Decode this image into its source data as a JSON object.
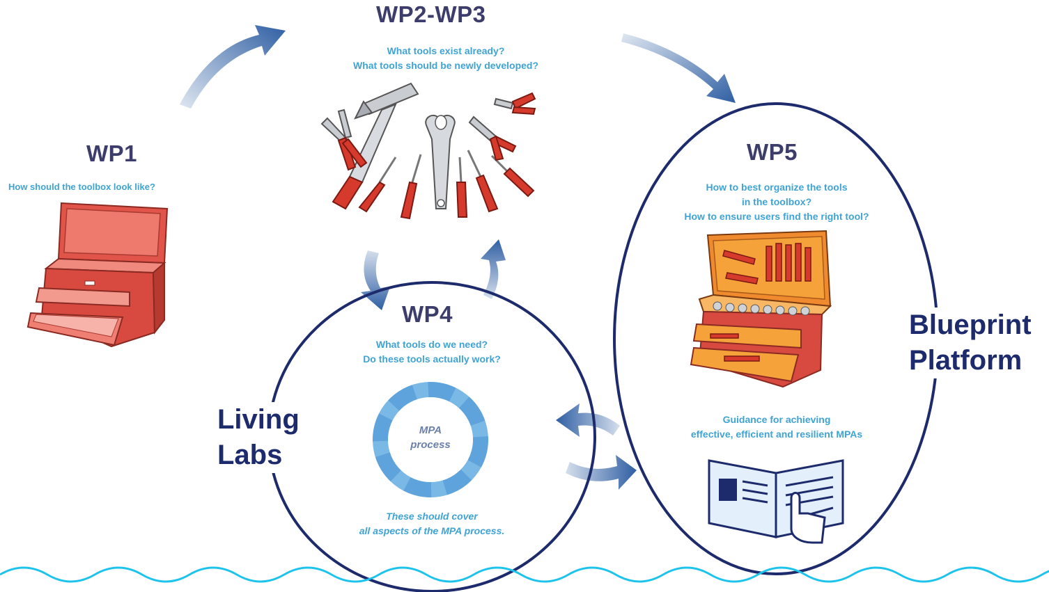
{
  "wp1": {
    "title": "WP1",
    "question": "How should the toolbox look like?"
  },
  "wp23": {
    "title": "WP2-WP3",
    "questions": [
      "What tools exist already?",
      "What tools should be newly developed?"
    ]
  },
  "wp4": {
    "title": "WP4",
    "questions": [
      "What tools do we need?",
      "Do these tools actually work?"
    ],
    "cycle_label": [
      "MPA",
      "process"
    ],
    "note": [
      "These should cover",
      "all aspects of the MPA process."
    ]
  },
  "wp5": {
    "title": "WP5",
    "questions": [
      "How to best organize the tools",
      "in the toolbox?",
      "How to ensure users find the right tool?"
    ],
    "guidance": [
      "Guidance for achieving",
      "effective, efficient and resilient MPAs"
    ]
  },
  "living_labs": {
    "lines": [
      "Living",
      "Labs"
    ]
  },
  "blueprint_platform": {
    "lines": [
      "Blueprint",
      "Platform"
    ]
  },
  "colors": {
    "title": "#3d3d6b",
    "question": "#3fa3d3",
    "arrow": "#2f5fa3",
    "ellipse": "#1d2a6b",
    "wave": "#1ec3ec",
    "toolbox_red": "#e0544a",
    "tool_handle": "#d63a2c",
    "orange_tray": "#f5a23a",
    "cycle_blue": "#6aaee0"
  }
}
